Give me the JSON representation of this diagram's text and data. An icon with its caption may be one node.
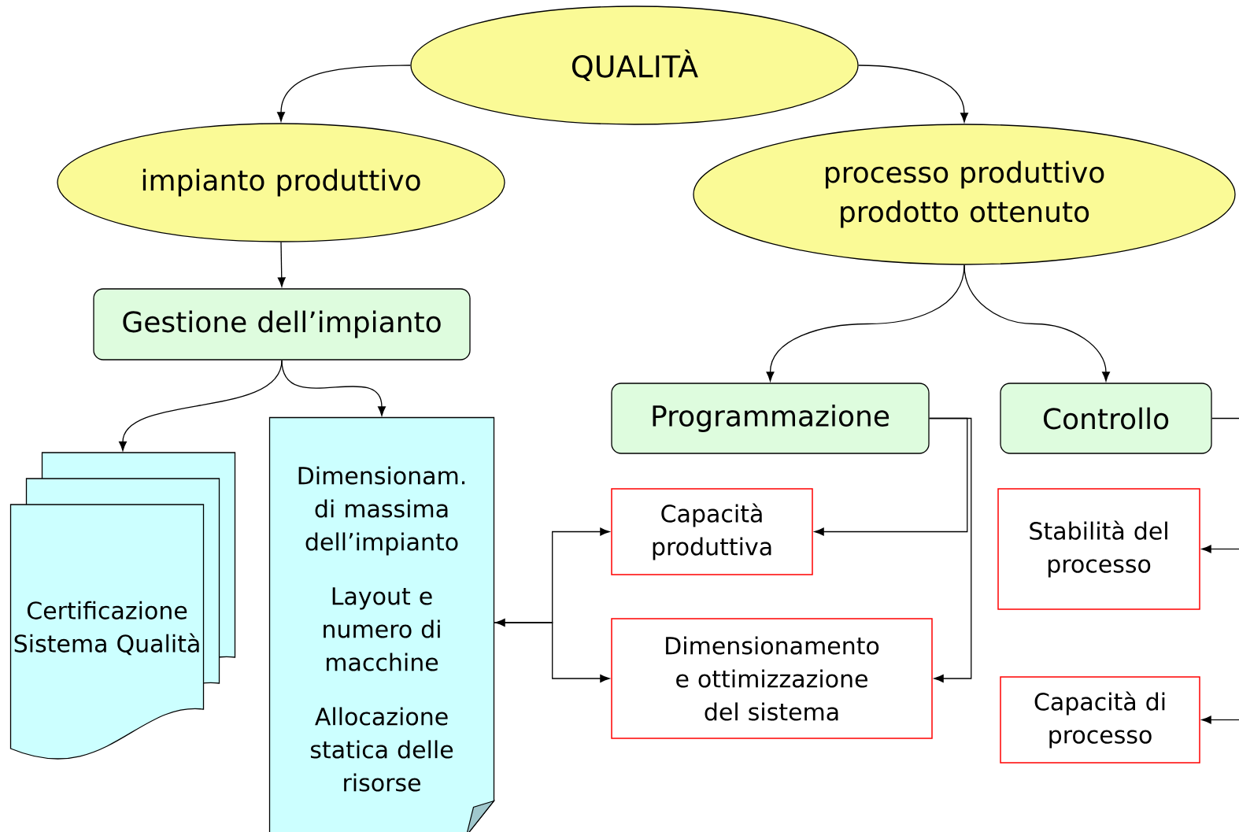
{
  "diagram": {
    "nodes": [
      {
        "text": [
          "QUALITÀ"
        ]
      },
      {
        "text": [
          "impianto produttivo"
        ]
      },
      {
        "text": [
          "processo produttivo prodotto ottenuto"
        ]
      },
      {
        "text": [
          "Gestione dell’impianto"
        ]
      },
      {
        "text": [
          "Certificazione Sistema Qualità"
        ]
      },
      {
        "text": [
          "Dimensionam. di massima dell’impianto",
          "Layout e numero di macchine",
          "Allocazione statica delle risorse"
        ]
      },
      {
        "text": [
          "Programmazione"
        ]
      },
      {
        "text": [
          "Controllo"
        ]
      },
      {
        "text": [
          "Capacità produttiva"
        ]
      },
      {
        "text": [
          "Dimensionamento e ottimizzazione del sistema"
        ]
      },
      {
        "text": [
          "Stabilità del processo"
        ]
      },
      {
        "text": [
          "Capacità di processo"
        ]
      }
    ],
    "edges": [
      {
        "from": 0,
        "to": 1,
        "arrow": "to"
      },
      {
        "from": 0,
        "to": 2,
        "arrow": "to"
      },
      {
        "from": 1,
        "to": 3,
        "arrow": "to"
      },
      {
        "from": 3,
        "to": 4,
        "arrow": "to"
      },
      {
        "from": 3,
        "to": 5,
        "arrow": "to"
      },
      {
        "from": 2,
        "to": 6,
        "arrow": "to"
      },
      {
        "from": 2,
        "to": 7,
        "arrow": "to"
      },
      {
        "from": 6,
        "to": 8,
        "arrow": "to"
      },
      {
        "from": 6,
        "to": 9,
        "arrow": "to"
      },
      {
        "from": 5,
        "to": 8,
        "arrow": "both"
      },
      {
        "from": 5,
        "to": 9,
        "arrow": "to"
      },
      {
        "from": 7,
        "to": null,
        "arrow": "none"
      },
      {
        "from": null,
        "to": 10,
        "arrow": "to"
      },
      {
        "from": null,
        "to": 11,
        "arrow": "to"
      }
    ]
  }
}
